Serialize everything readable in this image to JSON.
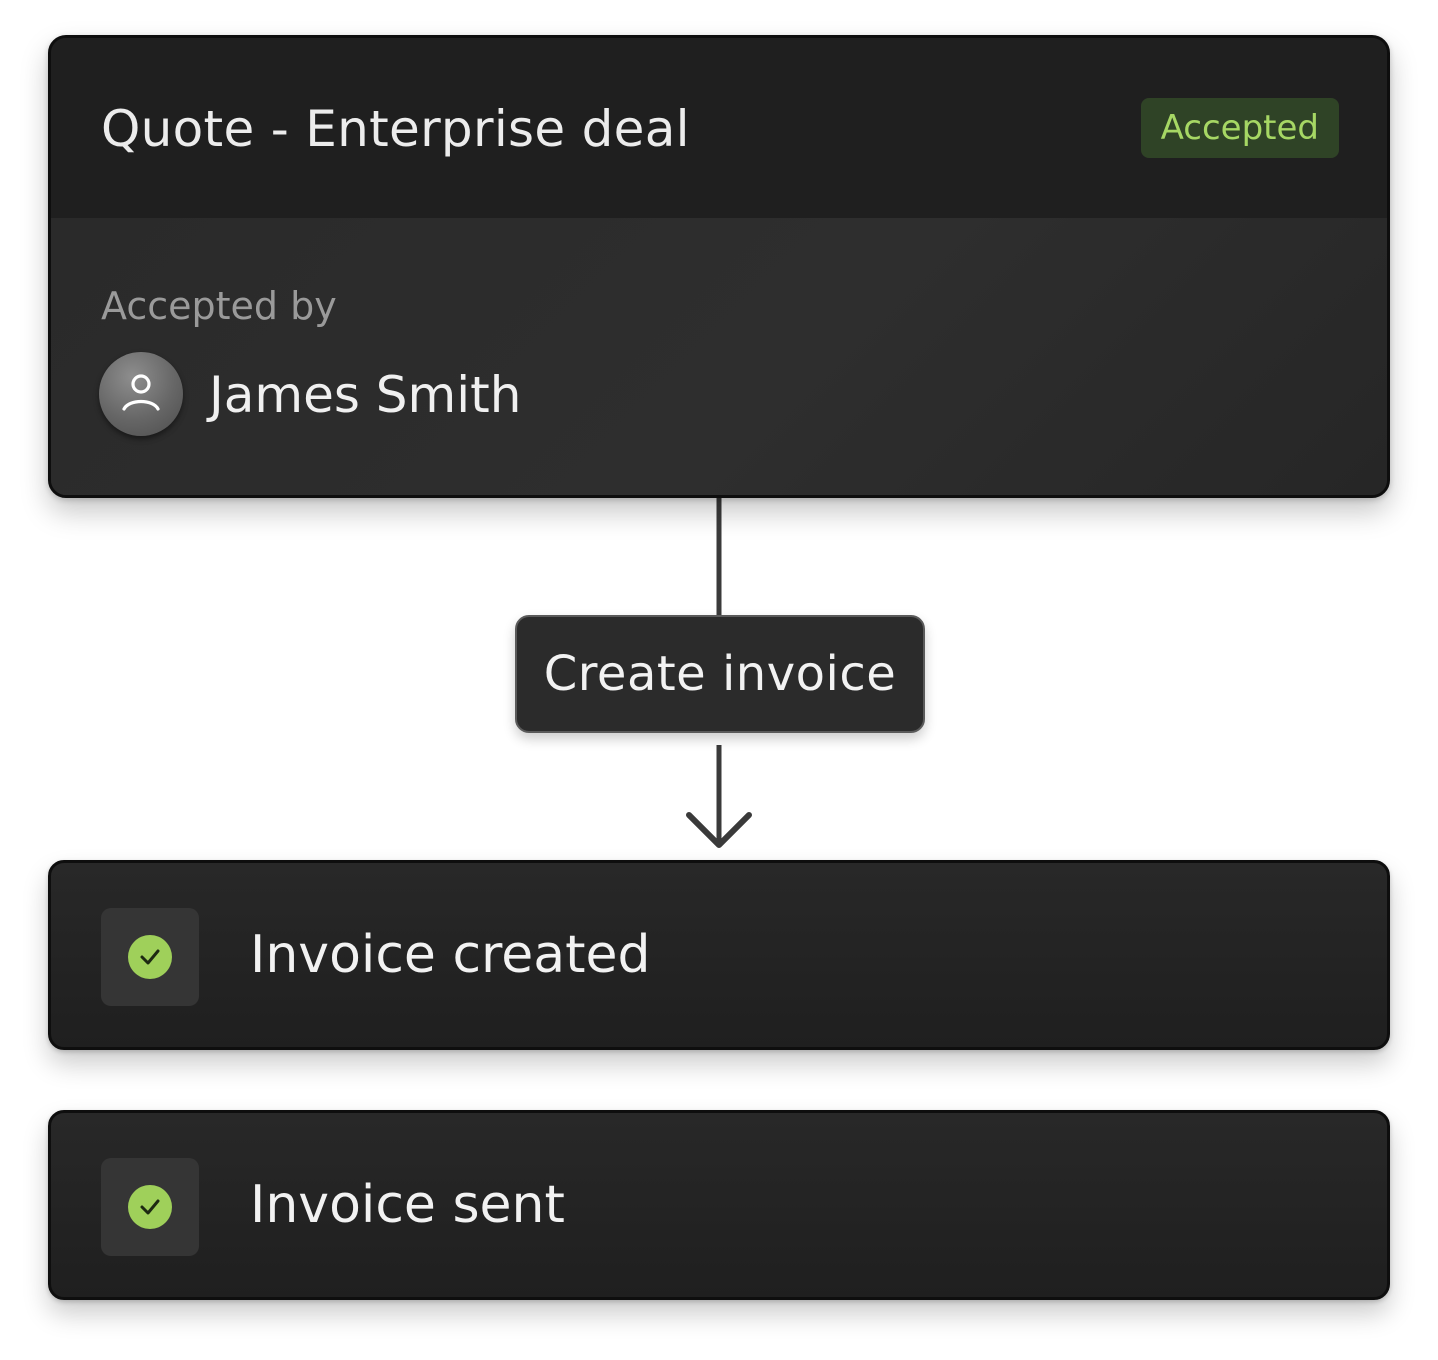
{
  "quote": {
    "title": "Quote - Enterprise deal",
    "status": "Accepted",
    "accepted_by_label": "Accepted by",
    "accepted_by_name": "James Smith",
    "avatar_icon": "user-icon"
  },
  "action": {
    "label": "Create invoice",
    "arrow_icon": "arrow-down-icon"
  },
  "steps": [
    {
      "label": "Invoice created",
      "icon": "check-circle-icon",
      "state": "done"
    },
    {
      "label": "Invoice sent",
      "icon": "check-circle-icon",
      "state": "done"
    }
  ],
  "colors": {
    "card_background": "#222222",
    "badge_background": "#2f4326",
    "badge_text": "#a6d764",
    "check_green": "#9fd05a"
  }
}
